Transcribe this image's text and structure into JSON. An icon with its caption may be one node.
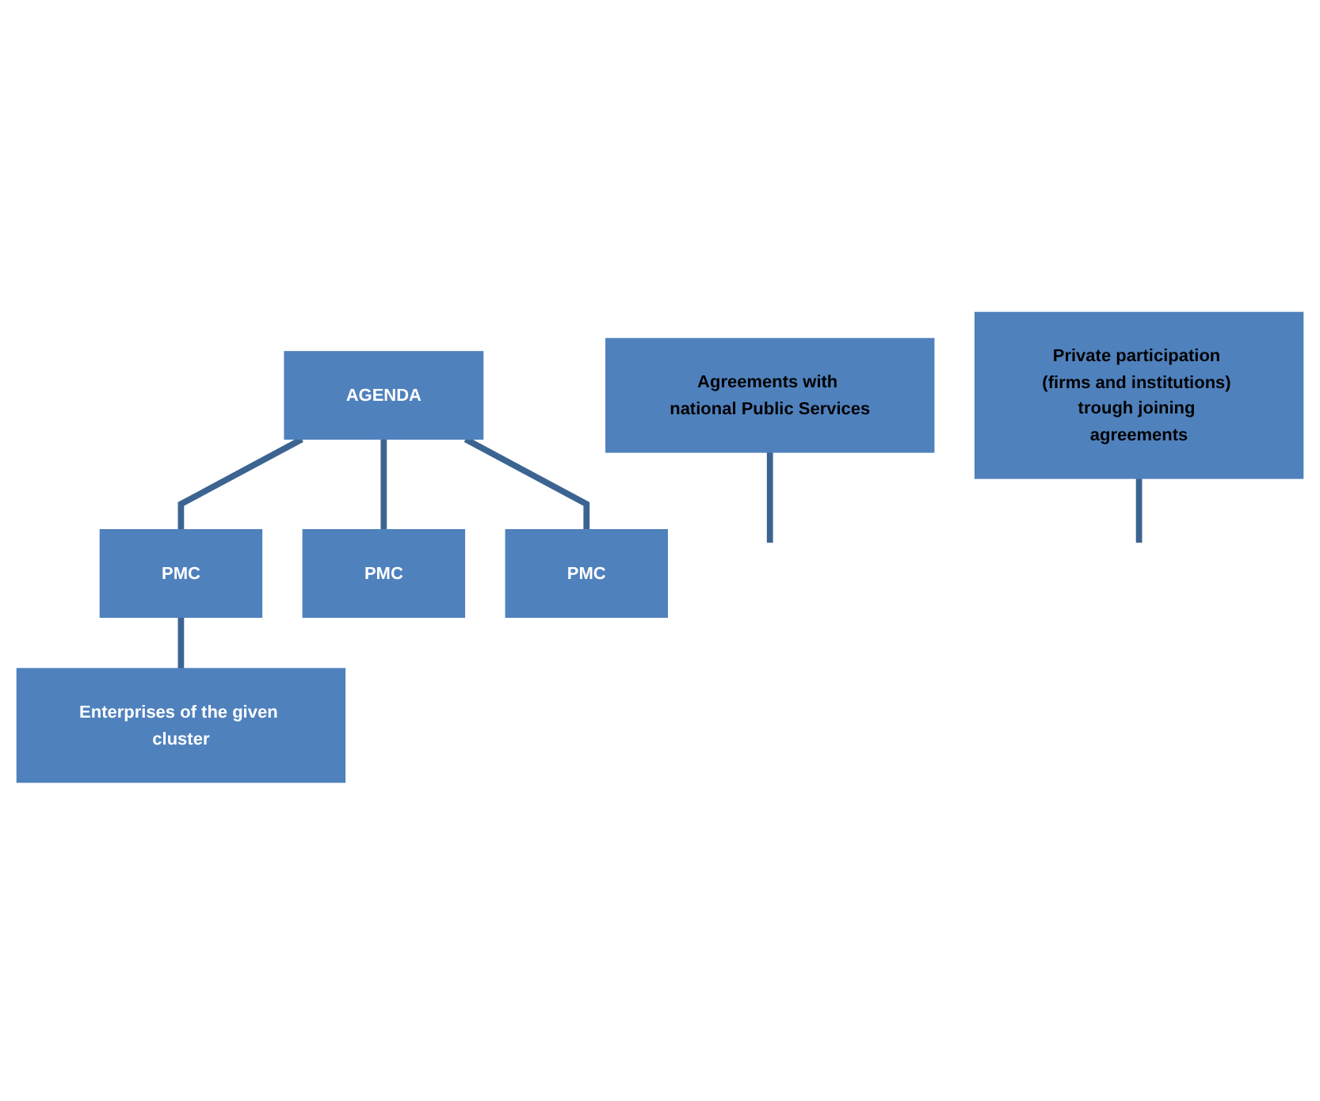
{
  "diagram": {
    "nodes": [
      {
        "text": [
          "AGENDA"
        ]
      },
      {
        "text": [
          "Agreements with national Public Services"
        ]
      },
      {
        "text": [
          "PMC"
        ]
      },
      {
        "text": [
          "PMC"
        ]
      },
      {
        "text": [
          "PMC"
        ]
      },
      {
        "text": [
          "Private participation (firms and institutions) trough joining agreements"
        ]
      },
      {
        "text": [
          "Enterprises of the given cluster"
        ]
      }
    ],
    "edges": [
      {
        "from": 0,
        "to": 2,
        "arrow": "none"
      },
      {
        "from": 0,
        "to": 3,
        "arrow": "none"
      },
      {
        "from": 0,
        "to": 4,
        "arrow": "none"
      },
      {
        "from": 1,
        "to": null,
        "arrow": "none"
      },
      {
        "from": 2,
        "to": 6,
        "arrow": "none"
      },
      {
        "from": 5,
        "to": null,
        "arrow": "none"
      }
    ]
  }
}
